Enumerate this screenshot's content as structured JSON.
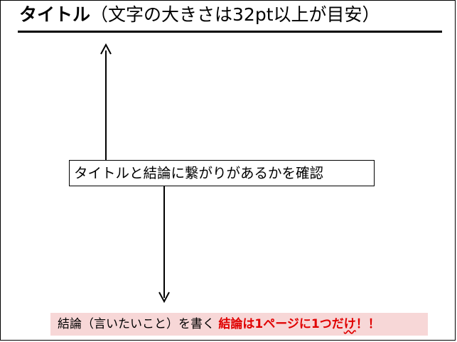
{
  "slide": {
    "title_main": "タイトル",
    "title_note": "（文字の大きさは32pt以上が目安）",
    "callout_text": "タイトルと結論に繋がりがあるかを確認",
    "footer_plain": "結論（言いたいこと）を書く ",
    "footer_emphasis_a": "結論は1ページに1つだ",
    "footer_emphasis_b": "け",
    "footer_emphasis_c": "！！"
  },
  "colors": {
    "footer_bg": "#f7d7d7",
    "emphasis": "#e00000"
  }
}
